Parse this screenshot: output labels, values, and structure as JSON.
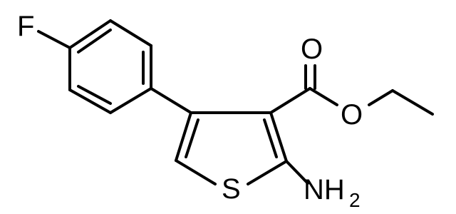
{
  "molecule": {
    "atoms": {
      "fluorine": "F",
      "carbonyl_oxygen": "O",
      "ester_oxygen": "O",
      "sulfur": "S",
      "amine": "NH",
      "amine_subscript": "2"
    },
    "colors": {
      "bond": "#000000",
      "background": "#ffffff"
    }
  }
}
